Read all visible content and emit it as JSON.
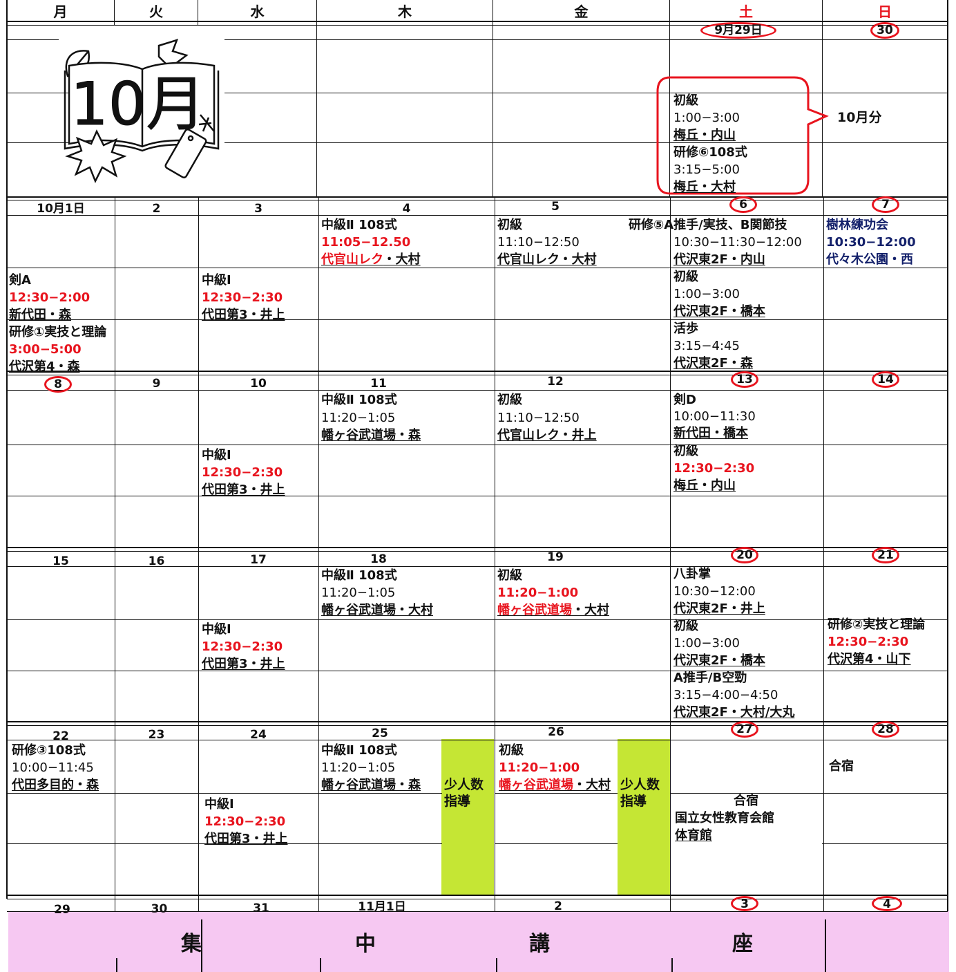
{
  "weekdays": [
    "月",
    "火",
    "水",
    "木",
    "金",
    "土",
    "日"
  ],
  "weekdays_right": [
    "日",
    "土"
  ],
  "title": {
    "month": "10月"
  },
  "week0": {
    "sat_date": "9月29日",
    "sun_date": "30",
    "sat_events": [
      "初級",
      "1:00−3:00",
      "梅丘・内山",
      "研修⑥108式",
      "3:15−5:00",
      "梅丘・大村"
    ],
    "sun_note": "10月分"
  },
  "week1": {
    "dates": [
      "10月1日",
      "2",
      "3",
      "4",
      "5",
      "6",
      "7"
    ],
    "mon": [
      "剣A",
      "12:30−2:00",
      "新代田・森",
      "研修①実技と理論",
      "3:00−5:00",
      "代沢第4・森"
    ],
    "wed": [
      "中級Ⅰ",
      "12:30−2:30",
      "代田第3・井上"
    ],
    "thu": [
      "中級Ⅱ 108式",
      "11:05−12.50",
      "代官山レク",
      "・大村"
    ],
    "fri": [
      "初級",
      "11:10−12:50",
      "代官山レク・大村"
    ],
    "sat": [
      "研修⑤A推手/実技、B関節技",
      "10:30−11:30−12:00",
      "代沢東2F・内山",
      "初級",
      "1:00−3:00",
      "代沢東2F・橋本",
      "活歩",
      "3:15−4:45",
      "代沢東2F・森"
    ],
    "sun": [
      "樹林練功会",
      "10:30−12:00",
      "代々木公園・西"
    ]
  },
  "week2": {
    "dates": [
      "8",
      "9",
      "10",
      "11",
      "12",
      "13",
      "14"
    ],
    "wed": [
      "中級Ⅰ",
      "12:30−2:30",
      "代田第3・井上"
    ],
    "thu": [
      "中級Ⅱ 108式",
      "11:20−1:05",
      "幡ヶ谷武道場・森"
    ],
    "fri": [
      "初級",
      "11:10−12:50",
      "代官山レク・井上"
    ],
    "sat": [
      "剣D",
      "10:00−11:30",
      "新代田・橋本",
      "初級",
      "12:30−2:30",
      "梅丘・内山"
    ]
  },
  "week3": {
    "dates": [
      "15",
      "16",
      "17",
      "18",
      "19",
      "20",
      "21"
    ],
    "wed": [
      "中級Ⅰ",
      "12:30−2:30",
      "代田第3・井上"
    ],
    "thu": [
      "中級Ⅱ 108式",
      "11:20−1:05",
      "幡ヶ谷武道場・大村"
    ],
    "fri": [
      "初級",
      "11:20−1:00",
      "幡ヶ谷武道場",
      "・大村"
    ],
    "sat": [
      "八卦掌",
      "10:30−12:00",
      "代沢東2F・井上",
      "初級",
      "1:00−3:00",
      "代沢東2F・橋本",
      "A推手/B空勁",
      "3:15−4:00−4:50",
      "代沢東2F・大村/大丸"
    ],
    "sun": [
      "研修②実技と理論",
      "12:30−2:30",
      "代沢第4・山下"
    ]
  },
  "week4": {
    "dates": [
      "22",
      "23",
      "24",
      "25",
      "26",
      "27",
      "28"
    ],
    "mon": [
      "研修③108式",
      "10:00−11:45",
      "代田多目的・森"
    ],
    "wed": [
      "中級Ⅰ",
      "12:30−2:30",
      "代田第3・井上"
    ],
    "thu": [
      "中級Ⅱ 108式",
      "11:20−1:05",
      "幡ヶ谷武道場・森"
    ],
    "thu_green": [
      "少人数",
      "指導"
    ],
    "fri": [
      "初級",
      "11:20−1:00",
      "幡ヶ谷武道場",
      "・大村"
    ],
    "fri_green": [
      "少人数",
      "指導"
    ],
    "sat": [
      "合宿",
      "国立女性教育会館",
      "体育館"
    ],
    "sun": [
      "合宿"
    ]
  },
  "week5": {
    "dates": [
      "29",
      "30",
      "31",
      "11月1日",
      "2",
      "3",
      "4"
    ],
    "banner": [
      "集",
      "中",
      "講",
      "座"
    ]
  },
  "colors": {
    "red": "#e8141e",
    "blue": "#14216b",
    "green": "#c5e634",
    "pink": "#f6c8f2"
  }
}
